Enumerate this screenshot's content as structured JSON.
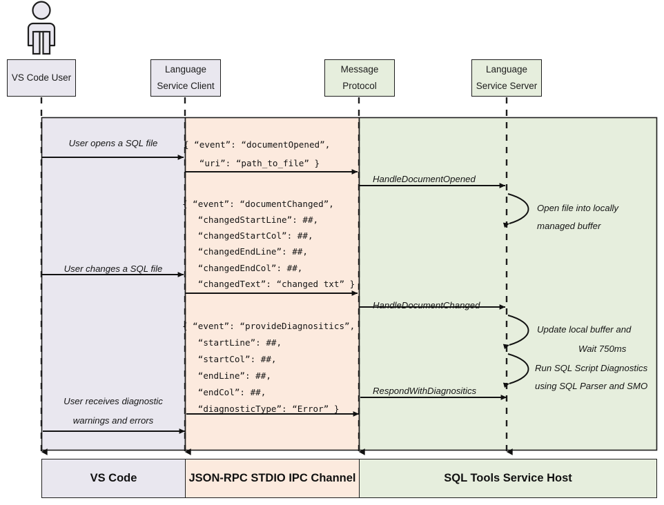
{
  "diagram": {
    "title": "SQL Tools Service language service sequence diagram",
    "colors": {
      "vscode_band": "#e9e7ef",
      "ipc_band": "#fceade",
      "service_band": "#e6eedd",
      "line": "#1d1d1d",
      "text": "#141414"
    },
    "actor": {
      "name": "vs-code-user-actor"
    },
    "participants": [
      {
        "id": "vs-code-user",
        "line1": "VS Code User",
        "line2": "",
        "fill": "lav"
      },
      {
        "id": "language-service-client",
        "line1": "Language",
        "line2": "Service Client",
        "fill": "lav"
      },
      {
        "id": "message-protocol",
        "line1": "Message",
        "line2": "Protocol",
        "fill": "grn"
      },
      {
        "id": "language-service-server",
        "line1": "Language",
        "line2": "Service Server",
        "fill": "grn"
      }
    ],
    "zones": [
      {
        "id": "vs-code",
        "label": "VS Code",
        "fill": "lav"
      },
      {
        "id": "json-rpc-stdio-ipc-channel",
        "label": "JSON-RPC STDIO IPC Channel",
        "fill": "pch"
      },
      {
        "id": "sql-tools-service-host",
        "label": "SQL Tools Service Host",
        "fill": "grn"
      }
    ],
    "messages": [
      {
        "id": "user-opens-sql-file",
        "label": "User opens a SQL file",
        "from": "vs-code-user",
        "to": "language-service-client",
        "direction": "right"
      },
      {
        "id": "user-changes-sql-file",
        "label": "User changes a SQL file",
        "from": "vs-code-user",
        "to": "language-service-client",
        "direction": "right"
      },
      {
        "id": "user-receives-diagnostics",
        "label_line1": "User receives diagnostic",
        "label_line2": "warnings and errors",
        "from": "language-service-client",
        "to": "vs-code-user",
        "direction": "left"
      },
      {
        "id": "handle-document-opened",
        "label": "HandleDocumentOpened",
        "from": "message-protocol",
        "to": "language-service-server",
        "direction": "right"
      },
      {
        "id": "handle-document-changed",
        "label": "HandleDocumentChanged",
        "from": "message-protocol",
        "to": "language-service-server",
        "direction": "right"
      },
      {
        "id": "respond-with-diagnositics",
        "label": "RespondWithDiagnositics",
        "from": "language-service-server",
        "to": "message-protocol",
        "direction": "left"
      }
    ],
    "payloads": [
      {
        "id": "document-opened-payload",
        "lines": [
          "{ “event”: “documentOpened”,",
          "   “uri”: “path_to_file” }"
        ]
      },
      {
        "id": "document-changed-payload",
        "lines": [
          "{ “event”: “documentChanged”,",
          "   “changedStartLine”: ##,",
          "   “changedStartCol”: ##,",
          "   “changedEndLine”: ##,",
          "   “changedEndCol”: ##,",
          "   “changedText”: “changed txt” }"
        ]
      },
      {
        "id": "provide-diagnositics-payload",
        "lines": [
          "{ “event”: “provideDiagnositics”,",
          "   “startLine”: ##,",
          "   “startCol”: ##,",
          "   “endLine”: ##,",
          "   “endCol”: ##,",
          "   “diagnosticType”: “Error” }"
        ]
      }
    ],
    "self_calls": [
      {
        "id": "open-file-into-buffer",
        "line1": "Open file into locally",
        "line2": "managed buffer"
      },
      {
        "id": "update-buffer-and-wait",
        "line1": "Update local buffer and",
        "line2": "Wait 750ms"
      },
      {
        "id": "run-sql-script-diagnostics",
        "line1": "Run SQL Script Diagnostics",
        "line2": "using SQL Parser and SMO"
      }
    ]
  }
}
